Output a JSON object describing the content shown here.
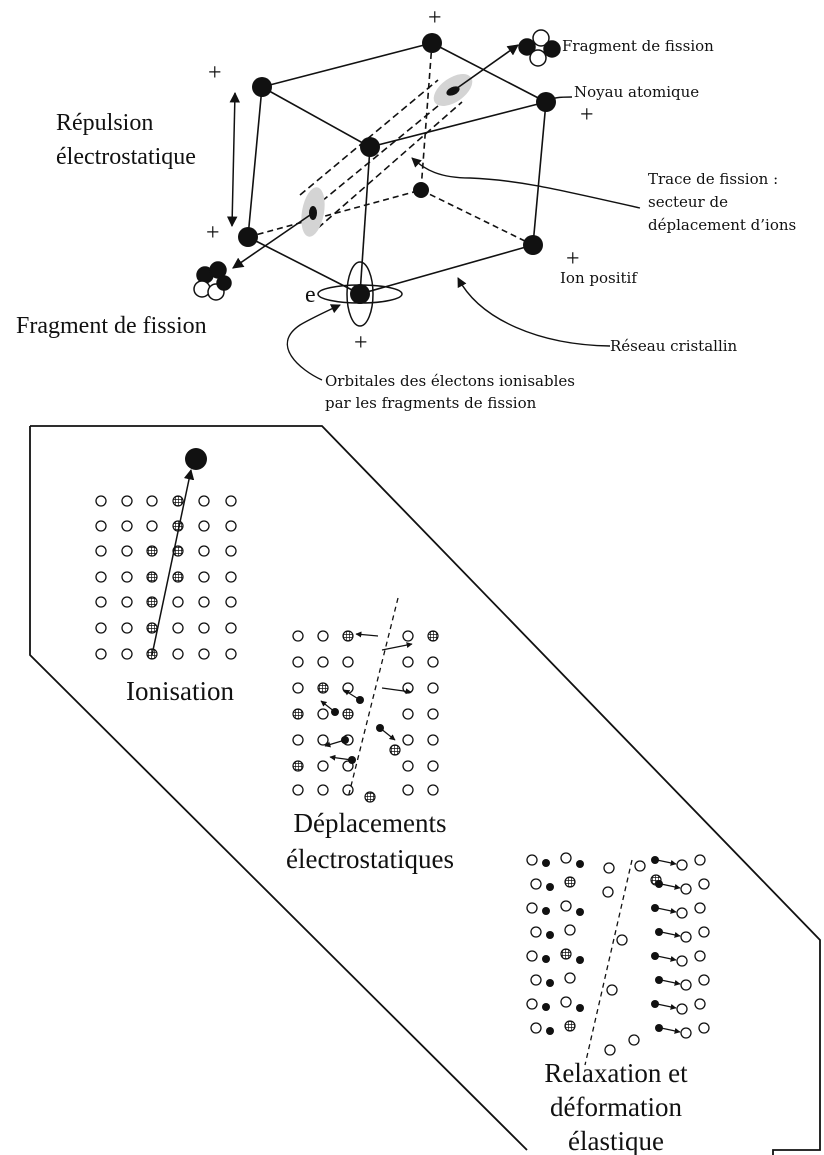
{
  "top": {
    "frag_top": "Fragment de fission",
    "noyau": "Noyau atomique",
    "repulsion_1": "Répulsion",
    "repulsion_2": "électrostatique",
    "trace_1": "Trace de fission :",
    "trace_2": "secteur de",
    "trace_3": "déplacement d’ions",
    "ion": "Ion positif",
    "frag_bottom": "Fragment de fission",
    "reseau": "Réseau cristallin",
    "orb_1": "Orbitales des électons ionisables",
    "orb_2": "par les fragments de fission",
    "electron": "e",
    "plus": "+"
  },
  "stages": {
    "ionisation": "Ionisation",
    "deplacements_1": "Déplacements",
    "deplacements_2": "électrostatiques",
    "relax_1": "Relaxation et",
    "relax_2": "déformation",
    "relax_3": "élastique"
  },
  "colors": {
    "ink": "#111111",
    "shade": "#d4d4d4"
  }
}
